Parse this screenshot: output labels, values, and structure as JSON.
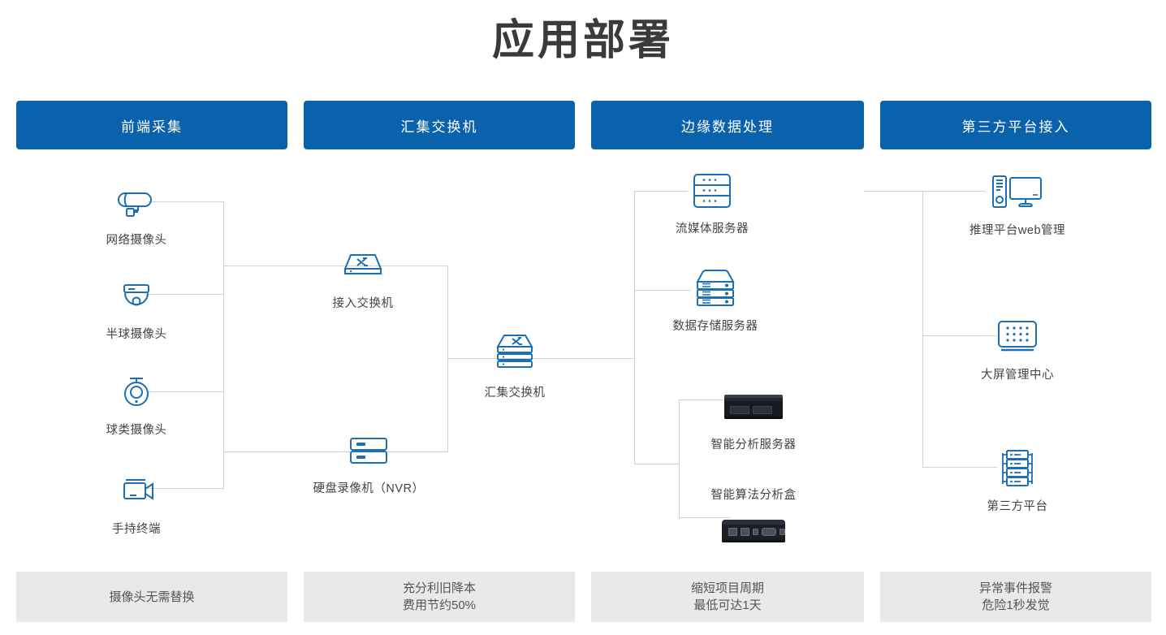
{
  "title": "应用部署",
  "theme": {
    "header_blue": "#0a62ad",
    "icon_blue": "#1a6fb5",
    "footer_gray": "#e9e9e9",
    "line_gray": "#d2d2d2"
  },
  "columns": [
    {
      "header": "前端采集",
      "footer": [
        "摄像头无需替换"
      ]
    },
    {
      "header": "汇集交换机",
      "footer": [
        "充分利旧降本",
        "费用节约50%"
      ]
    },
    {
      "header": "边缘数据处理",
      "footer": [
        "缩短项目周期",
        "最低可达1天"
      ]
    },
    {
      "header": "第三方平台接入",
      "footer": [
        "异常事件报警",
        "危险1秒发觉"
      ]
    }
  ],
  "nodes": {
    "network_camera": {
      "label": "网络摄像头",
      "icon": "bullet-camera-icon"
    },
    "dome_camera": {
      "label": "半球摄像头",
      "icon": "dome-camera-icon"
    },
    "ptz_camera": {
      "label": "球类摄像头",
      "icon": "ptz-camera-icon"
    },
    "handheld": {
      "label": "手持终端",
      "icon": "camcorder-icon"
    },
    "access_switch": {
      "label": "接入交换机",
      "icon": "switch-icon"
    },
    "nvr": {
      "label": "硬盘录像机（NVR）",
      "icon": "nvr-icon"
    },
    "agg_switch": {
      "label": "汇集交换机",
      "icon": "stacked-switch-icon"
    },
    "stream_server": {
      "label": "流媒体服务器",
      "icon": "rack-server-icon"
    },
    "storage_server": {
      "label": "数据存储服务器",
      "icon": "storage-server-icon"
    },
    "analysis_server": {
      "label": "智能分析服务器",
      "icon": "analysis-server-photo"
    },
    "algorithm_box": {
      "label": "智能算法分析盒",
      "icon": "algorithm-box-photo"
    },
    "web_platform": {
      "label": "推理平台web管理",
      "icon": "desktop-pc-icon"
    },
    "screen_center": {
      "label": "大屏管理中心",
      "icon": "video-wall-icon"
    },
    "third_platform": {
      "label": "第三方平台",
      "icon": "server-rack-icon"
    }
  }
}
